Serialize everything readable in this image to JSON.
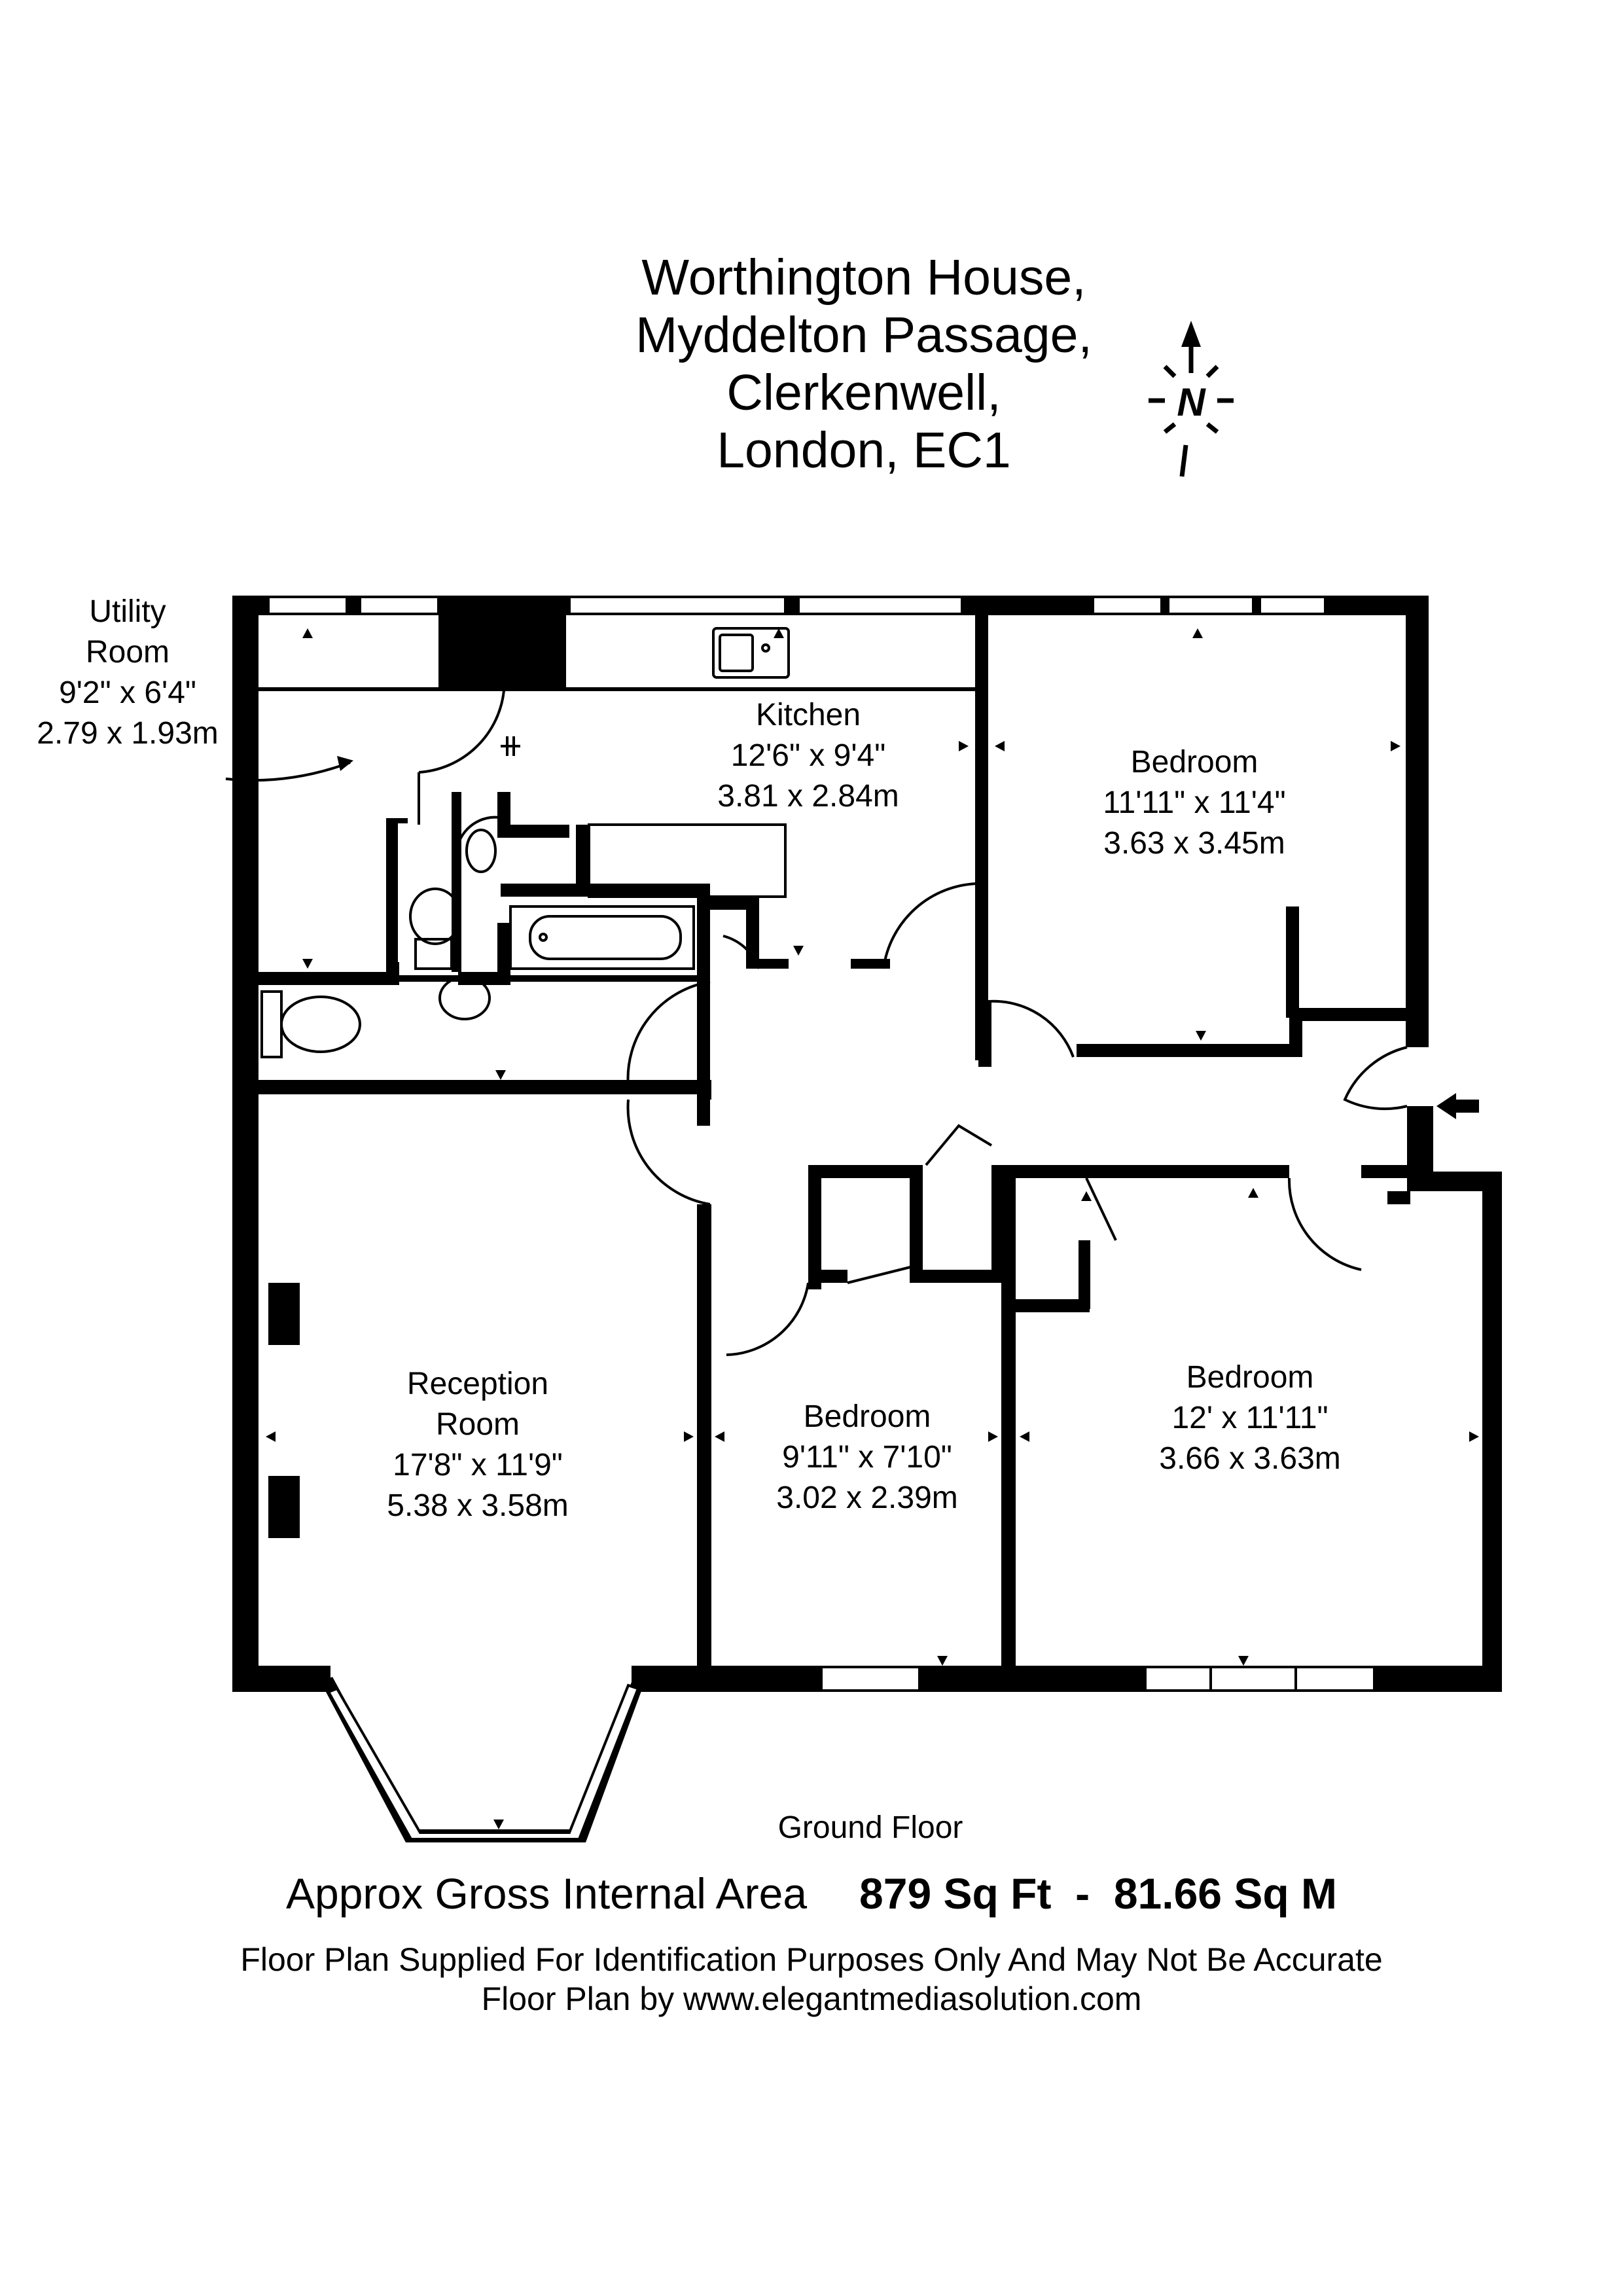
{
  "address": {
    "line1": "Worthington House,",
    "line2": "Myddelton Passage,",
    "line3": "Clerkenwell,",
    "line4": "London, EC1"
  },
  "compass": {
    "label": "N"
  },
  "rooms": {
    "utility": {
      "name_line1": "Utility",
      "name_line2": "Room",
      "imperial": "9'2\" x 6'4\"",
      "metric": "2.79 x 1.93m"
    },
    "kitchen": {
      "name": "Kitchen",
      "imperial": "12'6\" x 9'4\"",
      "metric": "3.81 x 2.84m"
    },
    "bedroom_ne": {
      "name": "Bedroom",
      "imperial": "11'11\" x 11'4\"",
      "metric": "3.63 x 3.45m"
    },
    "reception": {
      "name_line1": "Reception",
      "name_line2": "Room",
      "imperial": "17'8\" x 11'9\"",
      "metric": "5.38 x 3.58m"
    },
    "bedroom_small": {
      "name": "Bedroom",
      "imperial": "9'11\" x 7'10\"",
      "metric": "3.02 x 2.39m"
    },
    "bedroom_se": {
      "name": "Bedroom",
      "imperial": "12' x 11'11\"",
      "metric": "3.66 x 3.63m"
    }
  },
  "floor_label": "Ground Floor",
  "area": {
    "label": "Approx Gross Internal Area",
    "sqft": "879 Sq Ft",
    "separator": "-",
    "sqm": "81.66 Sq M"
  },
  "disclaimer": "Floor Plan Supplied For Identification Purposes Only And May Not Be Accurate",
  "credit": "Floor Plan by www.elegantmediasolution.com"
}
